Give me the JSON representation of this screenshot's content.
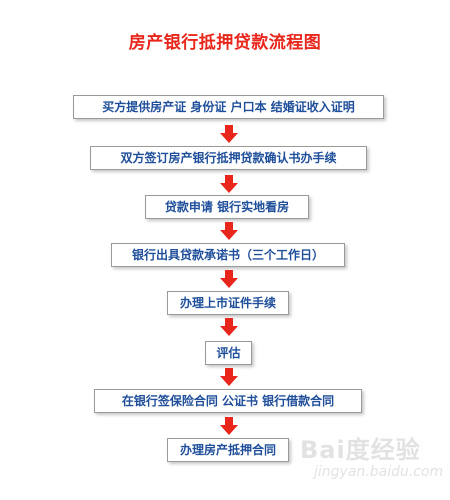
{
  "title": "房产银行抵押贷款流程图",
  "steps": [
    "买方提供房产证 身份证 户口本 结婚证收入证明",
    "双方签订房产银行抵押贷款确认书办手续",
    "贷款申请  银行实地看房",
    "银行出具贷款承诺书（三个工作日）",
    "办理上市证件手续",
    "评估",
    "在银行签保险合同 公证书 银行借款合同",
    "办理房产抵押合同"
  ],
  "watermark": {
    "main": "Bai度经验",
    "sub": "jingyan.baidu.com"
  },
  "colors": {
    "title": "#e8261b",
    "node_text": "#1f4e9a",
    "node_border": "#9a9a9a",
    "arrow": "#e8261b"
  }
}
